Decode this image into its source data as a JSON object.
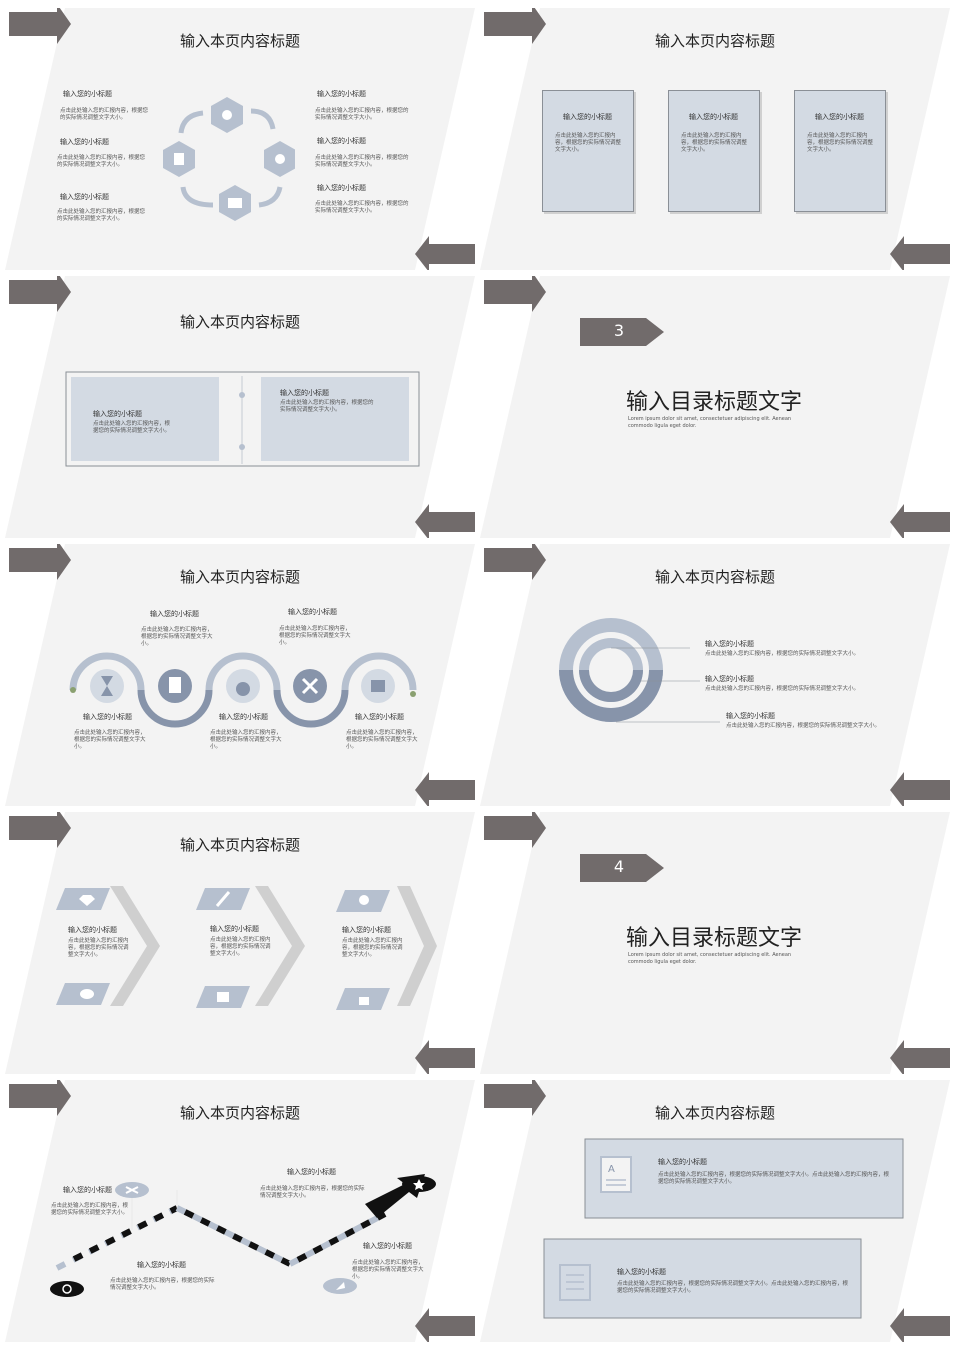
{
  "slides": {
    "s1": {
      "title": "输入本页内容标题",
      "items": [
        {
          "sub": "输入您的小标题",
          "body": "点击此处输入您的汇报内容，根据您的实际情况调整文字大小。"
        },
        {
          "sub": "输入您的小标题",
          "body": "点击此处输入您的汇报内容，根据您的实际情况调整文字大小。"
        },
        {
          "sub": "输入您的小标题",
          "body": "点击此处输入您的汇报内容，根据您的实际情况调整文字大小。"
        },
        {
          "sub": "输入您的小标题",
          "body": "点击此处输入您的汇报内容，根据您的实际情况调整文字大小。"
        },
        {
          "sub": "输入您的小标题",
          "body": "点击此处输入您的汇报内容，根据您的实际情况调整文字大小。"
        },
        {
          "sub": "输入您的小标题",
          "body": "点击此处输入您的汇报内容，根据您的实际情况调整文字大小。"
        }
      ]
    },
    "s2": {
      "title": "输入本页内容标题",
      "cards": [
        {
          "sub": "输入您的小标题",
          "body": "点击此处输入您的汇报内容，根据您的实际情况调整文字大小。"
        },
        {
          "sub": "输入您的小标题",
          "body": "点击此处输入您的汇报内容，根据您的实际情况调整文字大小。"
        },
        {
          "sub": "输入您的小标题",
          "body": "点击此处输入您的汇报内容，根据您的实际情况调整文字大小。"
        }
      ]
    },
    "s3": {
      "title": "输入本页内容标题",
      "left": {
        "sub": "输入您的小标题",
        "body": "点击此处输入您的汇报内容，根据您的实际情况调整文字大小。"
      },
      "right": {
        "sub": "输入您的小标题",
        "body": "点击此处输入您的汇报内容，根据您的实际情况调整文字大小。"
      }
    },
    "s4": {
      "number": "3",
      "heading": "输入目录标题文字",
      "lorem": "Lorem ipsum dolor sit amet, consectetuer adipiscing elit. Aenean commodo ligula eget dolor."
    },
    "s5": {
      "title": "输入本页内容标题",
      "items": [
        {
          "sub": "输入您的小标题",
          "body": "点击此处输入您的汇报内容，根据您的实际情况调整文字大小。"
        },
        {
          "sub": "输入您的小标题",
          "body": "点击此处输入您的汇报内容，根据您的实际情况调整文字大小。"
        },
        {
          "sub": "输入您的小标题",
          "body": "点击此处输入您的汇报内容，根据您的实际情况调整文字大小。"
        },
        {
          "sub": "输入您的小标题",
          "body": "点击此处输入您的汇报内容，根据您的实际情况调整文字大小。"
        },
        {
          "sub": "输入您的小标题",
          "body": "点击此处输入您的汇报内容，根据您的实际情况调整文字大小。"
        }
      ]
    },
    "s6": {
      "title": "输入本页内容标题",
      "items": [
        {
          "sub": "输入您的小标题",
          "body": "点击此处输入您的汇报内容，根据您的实际情况调整文字大小。"
        },
        {
          "sub": "输入您的小标题",
          "body": "点击此处输入您的汇报内容，根据您的实际情况调整文字大小。"
        },
        {
          "sub": "输入您的小标题",
          "body": "点击此处输入您的汇报内容，根据您的实际情况调整文字大小。"
        }
      ]
    },
    "s7": {
      "title": "输入本页内容标题",
      "items": [
        {
          "sub": "输入您的小标题",
          "body": "点击此处输入您的汇报内容，根据您的实际情况调整文字大小。"
        },
        {
          "sub": "输入您的小标题",
          "body": "点击此处输入您的汇报内容，根据您的实际情况调整文字大小。"
        },
        {
          "sub": "输入您的小标题",
          "body": "点击此处输入您的汇报内容，根据您的实际情况调整文字大小。"
        }
      ]
    },
    "s8": {
      "number": "4",
      "heading": "输入目录标题文字",
      "lorem": "Lorem ipsum dolor sit amet, consectetuer adipiscing elit. Aenean commodo ligula eget dolor."
    },
    "s9": {
      "title": "输入本页内容标题",
      "items": [
        {
          "sub": "输入您的小标题",
          "body": "点击此处输入您的汇报内容，根据您的实际情况调整文字大小。"
        },
        {
          "sub": "输入您的小标题",
          "body": "点击此处输入您的汇报内容，根据您的实际情况调整文字大小。"
        },
        {
          "sub": "输入您的小标题",
          "body": "点击此处输入您的汇报内容，根据您的实际情况调整文字大小。"
        },
        {
          "sub": "输入您的小标题",
          "body": "点击此处输入您的汇报内容，根据您的实际情况调整文字大小。"
        }
      ]
    },
    "s10": {
      "title": "输入本页内容标题",
      "items": [
        {
          "sub": "输入您的小标题",
          "body": "点击此处输入您的汇报内容，根据您的实际情况调整文字大小。点击此处输入您的汇报内容，根据您的实际情况调整文字大小。"
        },
        {
          "sub": "输入您的小标题",
          "body": "点击此处输入您的汇报内容，根据您的实际情况调整文字大小。点击此处输入您的汇报内容，根据您的实际情况调整文字大小。"
        }
      ]
    }
  },
  "colors": {
    "bg": "#f3f3f3",
    "arrow": "#716b6b",
    "accent": "#8794aa",
    "card": "#d3dae3",
    "light": "#b6c0cf"
  }
}
